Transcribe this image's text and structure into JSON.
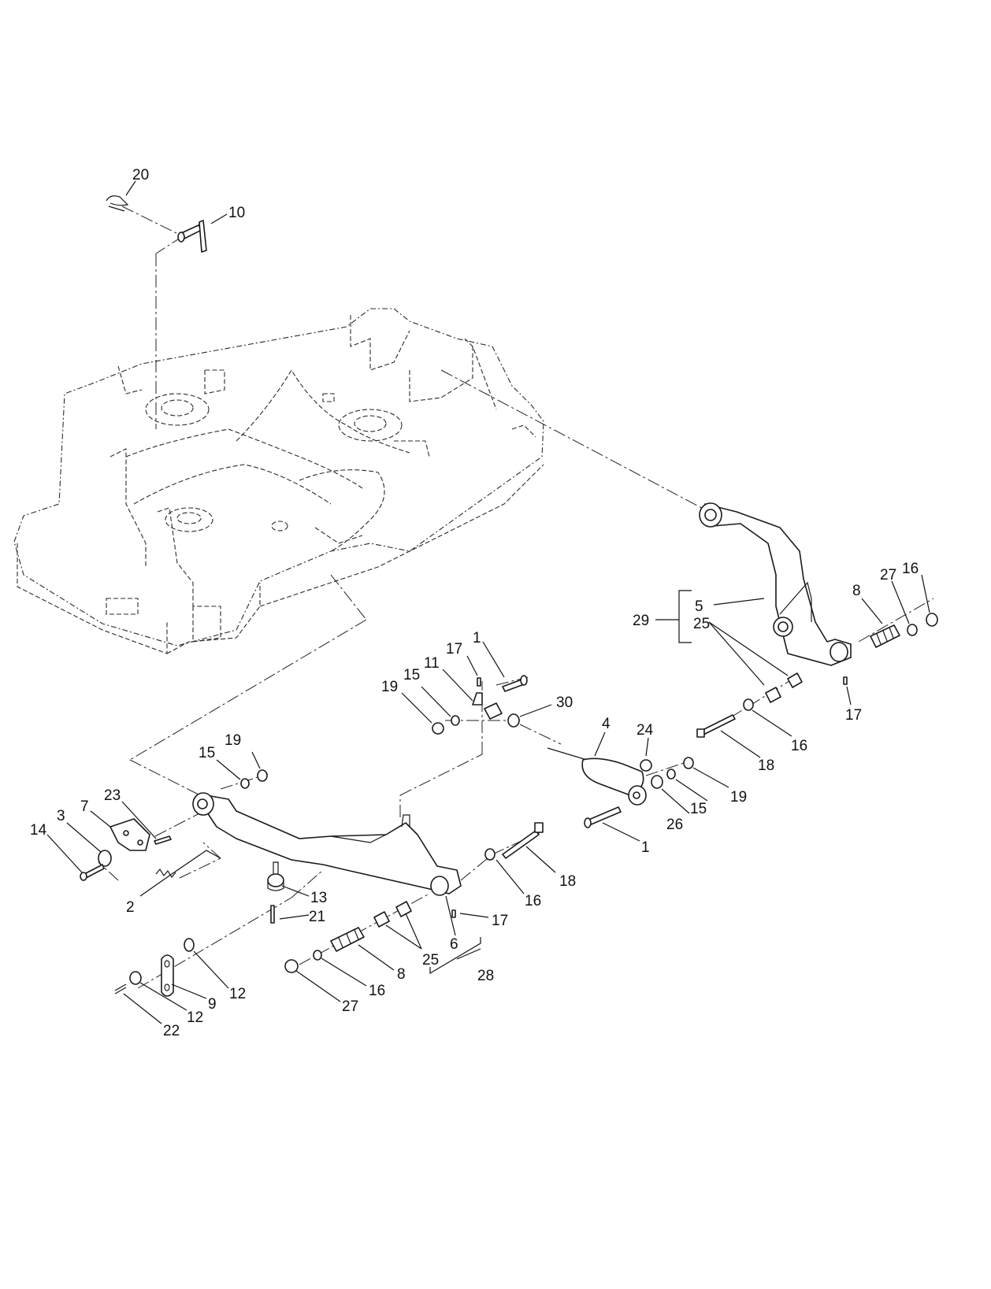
{
  "callouts": [
    {
      "id": "c20",
      "label": "20"
    },
    {
      "id": "c10",
      "label": "10"
    },
    {
      "id": "c17a",
      "label": "17"
    },
    {
      "id": "c1a",
      "label": "1"
    },
    {
      "id": "c19a",
      "label": "19"
    },
    {
      "id": "c15a",
      "label": "15"
    },
    {
      "id": "c11",
      "label": "11"
    },
    {
      "id": "c30",
      "label": "30"
    },
    {
      "id": "c4",
      "label": "4"
    },
    {
      "id": "c24",
      "label": "24"
    },
    {
      "id": "c19b",
      "label": "19"
    },
    {
      "id": "c15b",
      "label": "15"
    },
    {
      "id": "c26",
      "label": "26"
    },
    {
      "id": "c1b",
      "label": "1"
    },
    {
      "id": "c5",
      "label": "5"
    },
    {
      "id": "c25a",
      "label": "25"
    },
    {
      "id": "c29",
      "label": "29"
    },
    {
      "id": "c8a",
      "label": "8"
    },
    {
      "id": "c27a",
      "label": "27"
    },
    {
      "id": "c16a",
      "label": "16"
    },
    {
      "id": "c17b",
      "label": "17"
    },
    {
      "id": "c16b",
      "label": "16"
    },
    {
      "id": "c18a",
      "label": "18"
    },
    {
      "id": "c19c",
      "label": "19"
    },
    {
      "id": "c15c",
      "label": "15"
    },
    {
      "id": "c23",
      "label": "23"
    },
    {
      "id": "c7",
      "label": "7"
    },
    {
      "id": "c3",
      "label": "3"
    },
    {
      "id": "c14",
      "label": "14"
    },
    {
      "id": "c2",
      "label": "2"
    },
    {
      "id": "c13",
      "label": "13"
    },
    {
      "id": "c21",
      "label": "21"
    },
    {
      "id": "c18b",
      "label": "18"
    },
    {
      "id": "c16c",
      "label": "16"
    },
    {
      "id": "c17c",
      "label": "17"
    },
    {
      "id": "c6",
      "label": "6"
    },
    {
      "id": "c25b",
      "label": "25"
    },
    {
      "id": "c28",
      "label": "28"
    },
    {
      "id": "c8b",
      "label": "8"
    },
    {
      "id": "c16d",
      "label": "16"
    },
    {
      "id": "c27b",
      "label": "27"
    },
    {
      "id": "c12a",
      "label": "12"
    },
    {
      "id": "c9",
      "label": "9"
    },
    {
      "id": "c12b",
      "label": "12"
    },
    {
      "id": "c22",
      "label": "22"
    }
  ]
}
